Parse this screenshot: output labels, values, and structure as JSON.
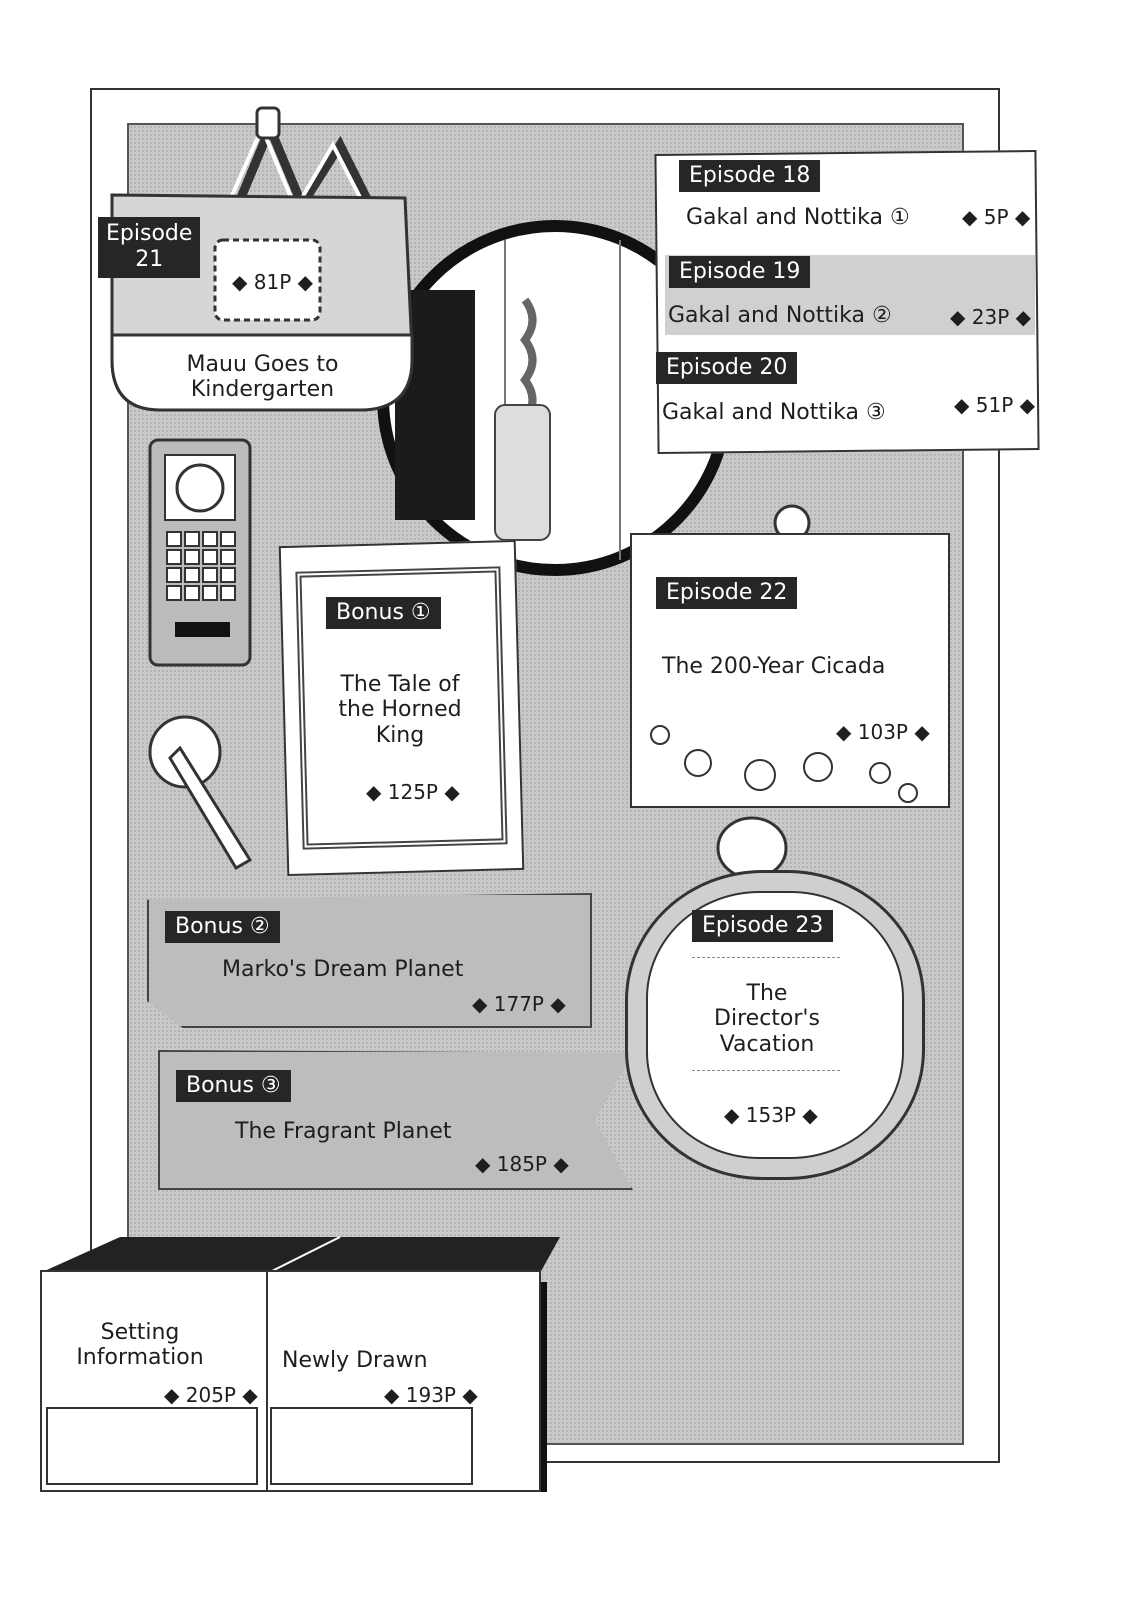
{
  "entries": {
    "ep18": {
      "label": "Episode 18",
      "title": "Gakal and Nottika",
      "mark": "①",
      "page": "◆ 5P ◆"
    },
    "ep19": {
      "label": "Episode 19",
      "title": "Gakal and Nottika",
      "mark": "②",
      "page": "◆ 23P ◆"
    },
    "ep20": {
      "label": "Episode 20",
      "title": "Gakal and Nottika",
      "mark": "③",
      "page": "◆ 51P ◆"
    },
    "ep21": {
      "label_line1": "Episode",
      "label_line2": "21",
      "title_line1": "Mauu Goes to",
      "title_line2": "Kindergarten",
      "page": "◆ 81P ◆"
    },
    "ep22": {
      "label": "Episode 22",
      "title": "The 200-Year Cicada",
      "page": "◆ 103P ◆"
    },
    "ep23": {
      "label": "Episode 23",
      "title_line1": "The",
      "title_line2": "Director's",
      "title_line3": "Vacation",
      "page": "◆ 153P ◆"
    },
    "bonus1": {
      "label": "Bonus ①",
      "title_line1": "The Tale of",
      "title_line2": "the Horned",
      "title_line3": "King",
      "page": "◆ 125P ◆"
    },
    "bonus2": {
      "label": "Bonus ②",
      "title": "Marko's Dream Planet",
      "page": "◆ 177P ◆"
    },
    "bonus3": {
      "label": "Bonus ③",
      "title": "The Fragrant Planet",
      "page": "◆ 185P ◆"
    },
    "setting": {
      "title_line1": "Setting",
      "title_line2": "Information",
      "page": "◆ 205P ◆"
    },
    "newly": {
      "title": "Newly Drawn",
      "page": "◆ 193P ◆"
    }
  }
}
